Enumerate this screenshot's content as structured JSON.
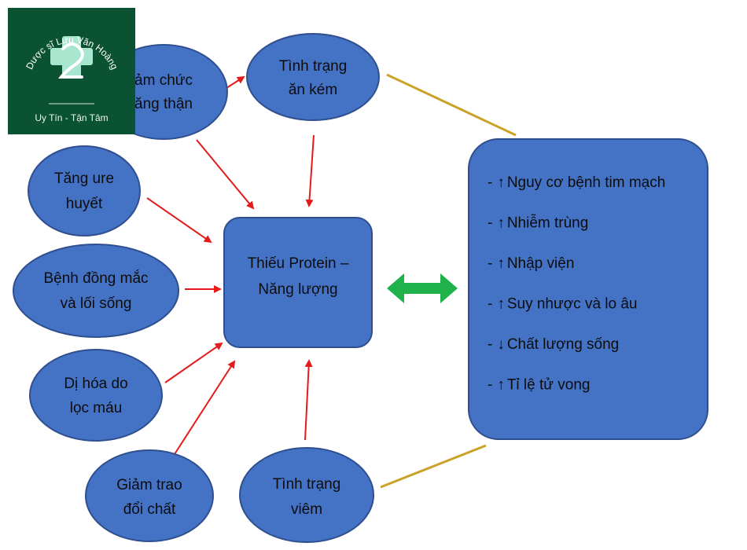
{
  "logo": {
    "brand": "Dược sĩ Lưu Văn Hoàng",
    "tagline": "Uy Tín - Tận Tâm",
    "icon": "medical-cross-logo-icon",
    "color": "#0b5233"
  },
  "colors": {
    "node_fill": "#4472c4",
    "node_stroke": "#2f4f8f",
    "arrow": "#e31b1b",
    "connector": "#c9a227",
    "double_arrow": "#1fb14a"
  },
  "nodes": {
    "kidney": [
      "ảm chức",
      "ăng thận"
    ],
    "poor_appetite": [
      "Tình trạng",
      "ăn kém"
    ],
    "uremia": [
      "Tăng ure",
      "huyết"
    ],
    "comorbidity": [
      "Bệnh đồng mắc",
      "và lối sống"
    ],
    "catabolism": [
      "Dị hóa do",
      "lọc máu"
    ],
    "metabolism": [
      "Giảm trao",
      "đổi chất"
    ],
    "inflammation": [
      "Tình trạng",
      "viêm"
    ],
    "center": [
      "Thiếu Protein –",
      "Năng lượng"
    ]
  },
  "outcomes": [
    {
      "arrow": "↑",
      "text": "Nguy cơ bệnh tim mạch"
    },
    {
      "arrow": "↑",
      "text": "Nhiễm trùng"
    },
    {
      "arrow": "↑",
      "text": "Nhập viện"
    },
    {
      "arrow": "↑",
      "text": "Suy nhược và lo âu"
    },
    {
      "arrow": "↓",
      "text": "Chất lượng sống"
    },
    {
      "arrow": "↑",
      "text": "Tỉ lệ tử vong"
    }
  ],
  "outcome_prefix": "-"
}
